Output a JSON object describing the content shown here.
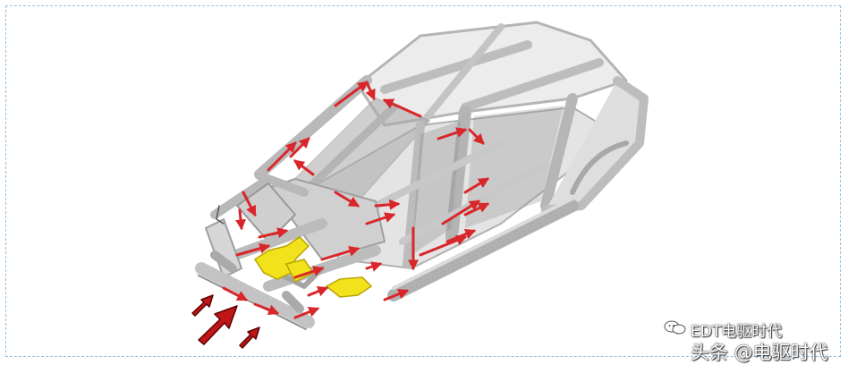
{
  "figure": {
    "subject": "car-body-in-white-crash-load-path",
    "colors": {
      "background": "#ffffff",
      "frame_border": "#8cc0e6",
      "body_structure": "#c9c9c9",
      "body_shadow": "#8a8a8a",
      "load_path": "#d9262a",
      "reinforcement": "#f2e21c",
      "impact_arrow": "#c0161a"
    }
  },
  "watermark": {
    "brand_icon": "wechat-icon",
    "brand": "EDT电驱时代",
    "source": "头条 @电驱时代"
  }
}
